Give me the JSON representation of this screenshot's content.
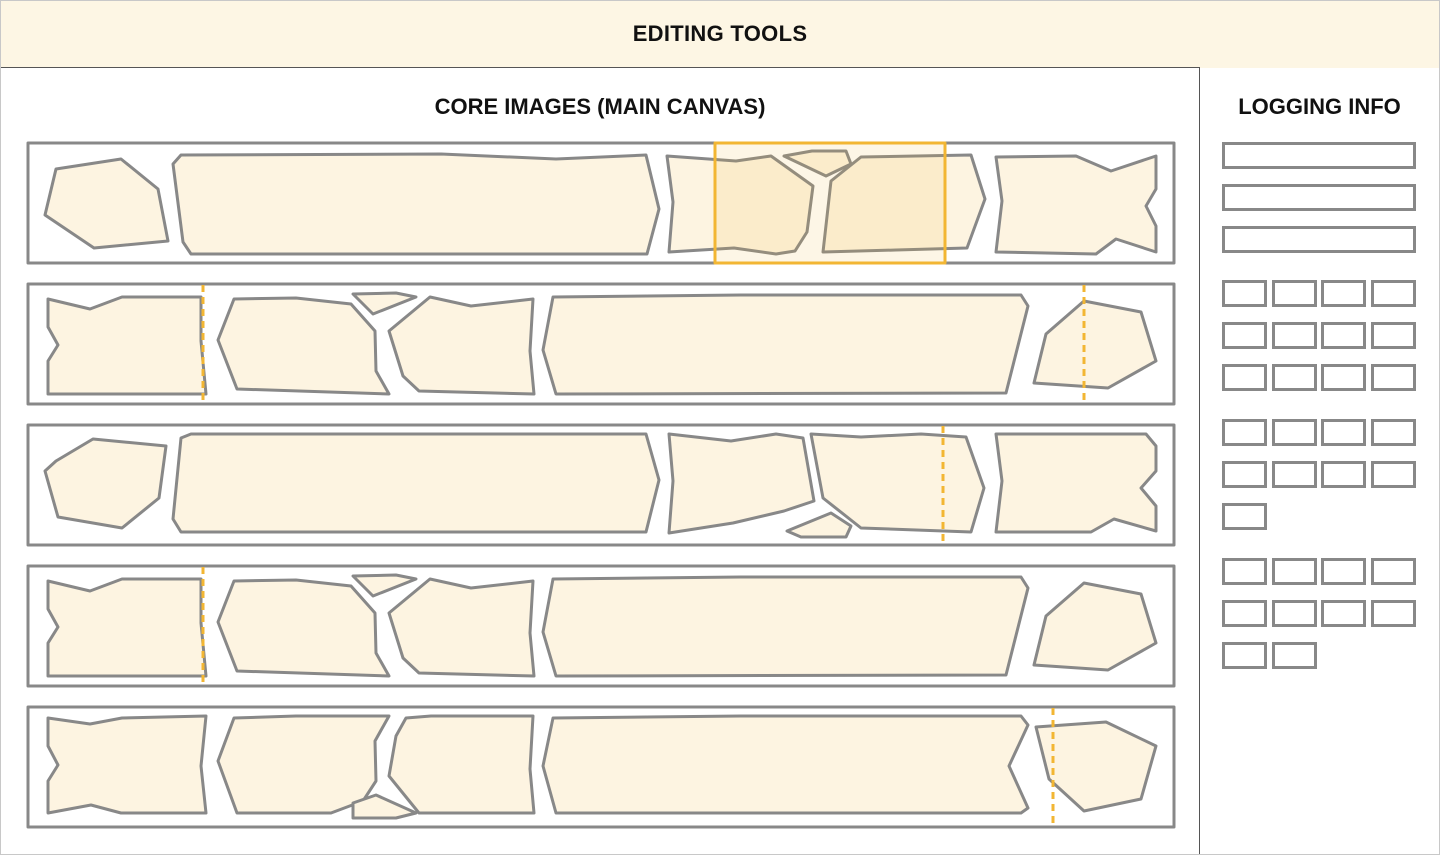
{
  "toolbar": {
    "title": "EDITING TOOLS"
  },
  "main": {
    "title": "CORE IMAGES (MAIN CANVAS)"
  },
  "sidebar": {
    "title": "LOGGING INFO"
  },
  "colors": {
    "header_bg": "#fdf6e4",
    "fragment_fill": "#fdf4e1",
    "outline": "#888888",
    "highlight": "#f2b633"
  }
}
